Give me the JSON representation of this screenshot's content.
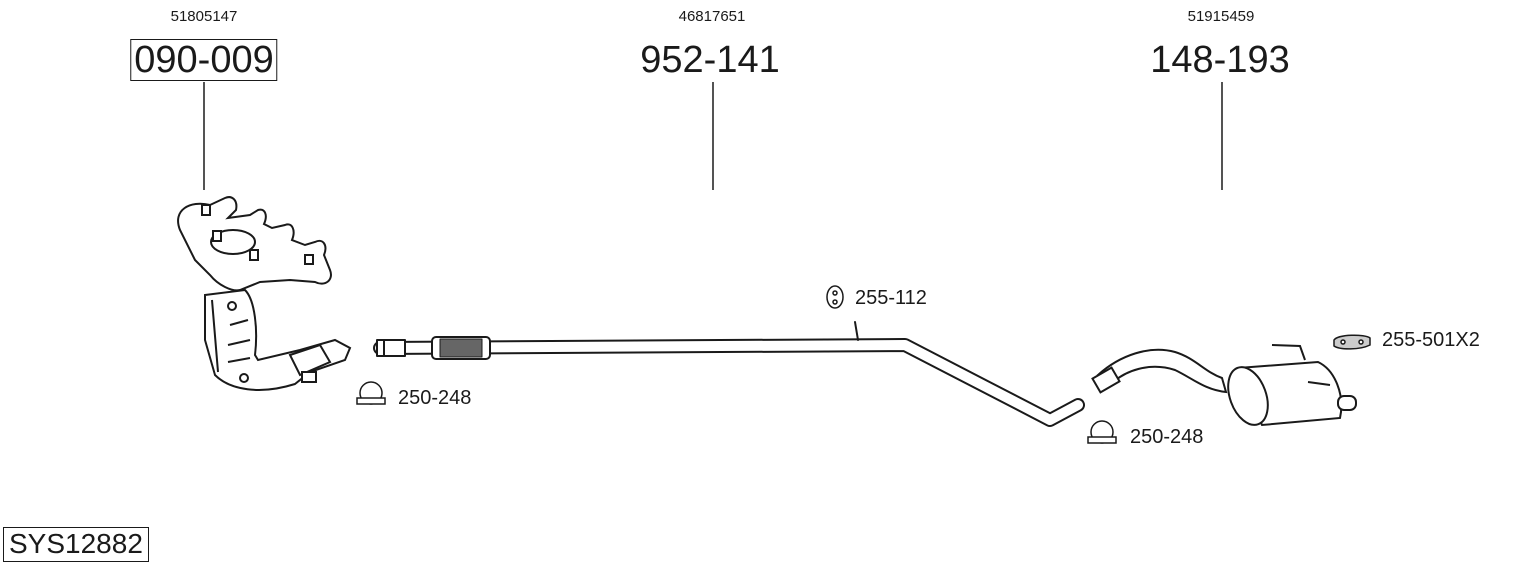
{
  "parts": [
    {
      "oem": "51805147",
      "number": "090-009",
      "boxed": true
    },
    {
      "oem": "46817651",
      "number": "952-141",
      "boxed": false
    },
    {
      "oem": "51915459",
      "number": "148-193",
      "boxed": false
    }
  ],
  "accessories": [
    {
      "number": "250-248",
      "icon": "clamp-icon"
    },
    {
      "number": "255-112",
      "icon": "rubber-mount-icon"
    },
    {
      "number": "250-248",
      "icon": "clamp-icon"
    },
    {
      "number": "255-501X2",
      "icon": "mounting-bracket-icon"
    }
  ],
  "system_id": "SYS12882"
}
